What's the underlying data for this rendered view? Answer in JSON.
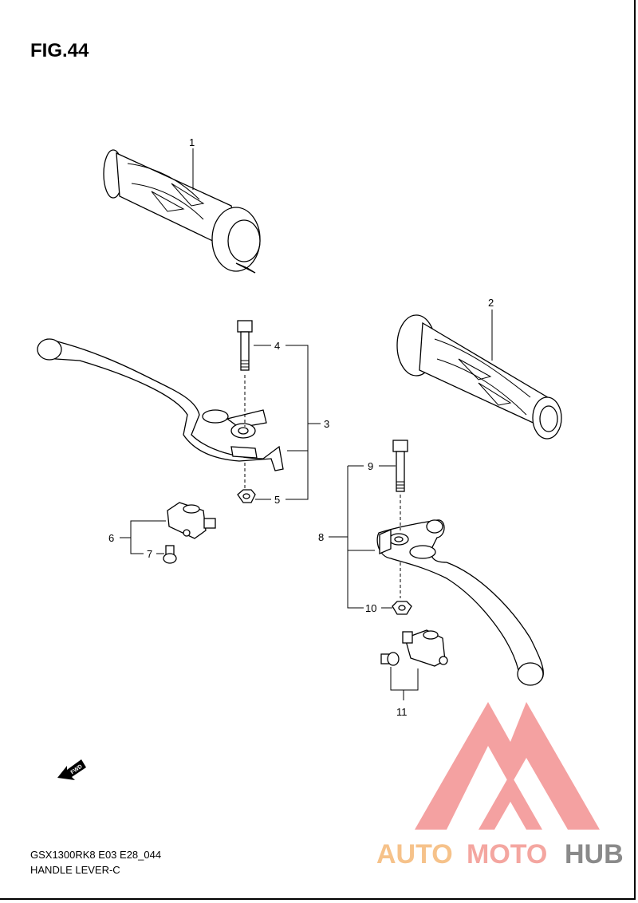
{
  "figure": {
    "title": "FIG.44"
  },
  "callouts": [
    {
      "id": "1",
      "label": "1"
    },
    {
      "id": "2",
      "label": "2"
    },
    {
      "id": "3",
      "label": "3"
    },
    {
      "id": "4",
      "label": "4"
    },
    {
      "id": "5",
      "label": "5"
    },
    {
      "id": "6",
      "label": "6"
    },
    {
      "id": "7",
      "label": "7"
    },
    {
      "id": "8",
      "label": "8"
    },
    {
      "id": "9",
      "label": "9"
    },
    {
      "id": "10",
      "label": "10"
    },
    {
      "id": "11",
      "label": "11"
    }
  ],
  "fwd_arrow": {
    "label": "FWD"
  },
  "footer": {
    "model": "GSX1300RK8 E03 E28_044",
    "section": "HANDLE LEVER-C"
  },
  "watermark": {
    "part1": "AUTO",
    "part2": "MOTO",
    "part3": "HUB",
    "color1": "#f6c28a",
    "color2": "#f4a6a0",
    "color3": "#8a8a8a",
    "logo_color": "#f28a8a"
  }
}
